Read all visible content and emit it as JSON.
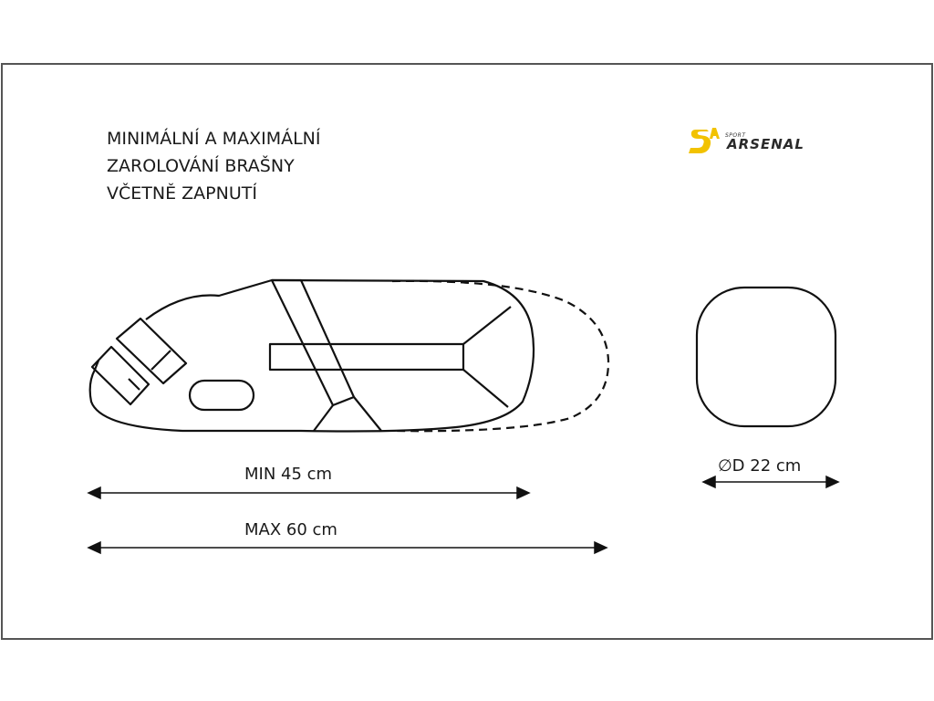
{
  "title": {
    "lines": [
      "MINIMÁLNÍ A MAXIMÁLNÍ",
      "ZAROLOVÁNÍ BRAŠNY",
      "VČETNĚ ZAPNUTÍ"
    ]
  },
  "logo": {
    "mark": "S",
    "sport": "SPORT",
    "name": "ARSENAL",
    "accent_color": "#f2c200",
    "text_color": "#2a2a2a"
  },
  "dimensions": {
    "min_length": "MIN 45 cm",
    "max_length": "MAX 60 cm",
    "diameter": "∅D 22 cm"
  },
  "colors": {
    "line": "#111111",
    "frame": "#555555",
    "background": "#ffffff"
  }
}
